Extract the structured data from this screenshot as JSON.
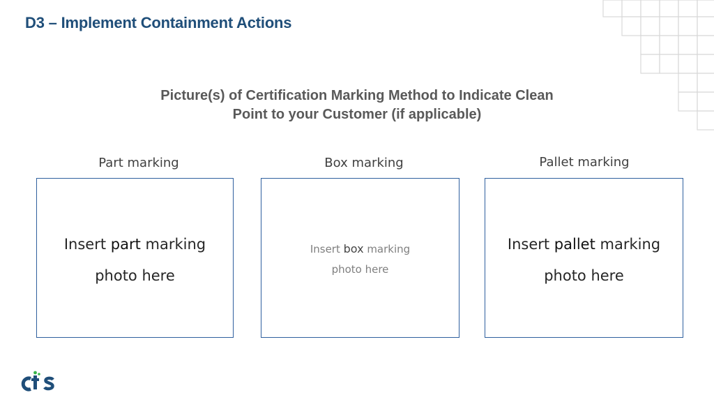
{
  "title": "D3 – Implement Containment Actions",
  "subtitle": {
    "line1": "Picture(s) of Certification Marking Method to Indicate Clean",
    "line2": "Point to your Customer (if applicable)"
  },
  "columns": [
    {
      "label": "Part marking",
      "placeholder": {
        "prefix": "Insert ",
        "emphasis": "part",
        "suffix": " marking",
        "line2": "photo here"
      }
    },
    {
      "label": "Box marking",
      "placeholder": {
        "prefix": "Insert ",
        "emphasis": "box",
        "suffix": " marking",
        "line2": "photo here"
      }
    },
    {
      "label": "Pallet marking",
      "placeholder": {
        "prefix": "Insert ",
        "emphasis": "pallet",
        "suffix": " marking",
        "line2": "photo here"
      }
    }
  ],
  "logo": {
    "text": "cts",
    "color": "#1f4e79",
    "accent": "#39b54a"
  },
  "colors": {
    "title": "#1f4e79",
    "subtitle": "#595959",
    "box_border": "#2e5f9e",
    "grid_lines": "#d9d9d9"
  }
}
